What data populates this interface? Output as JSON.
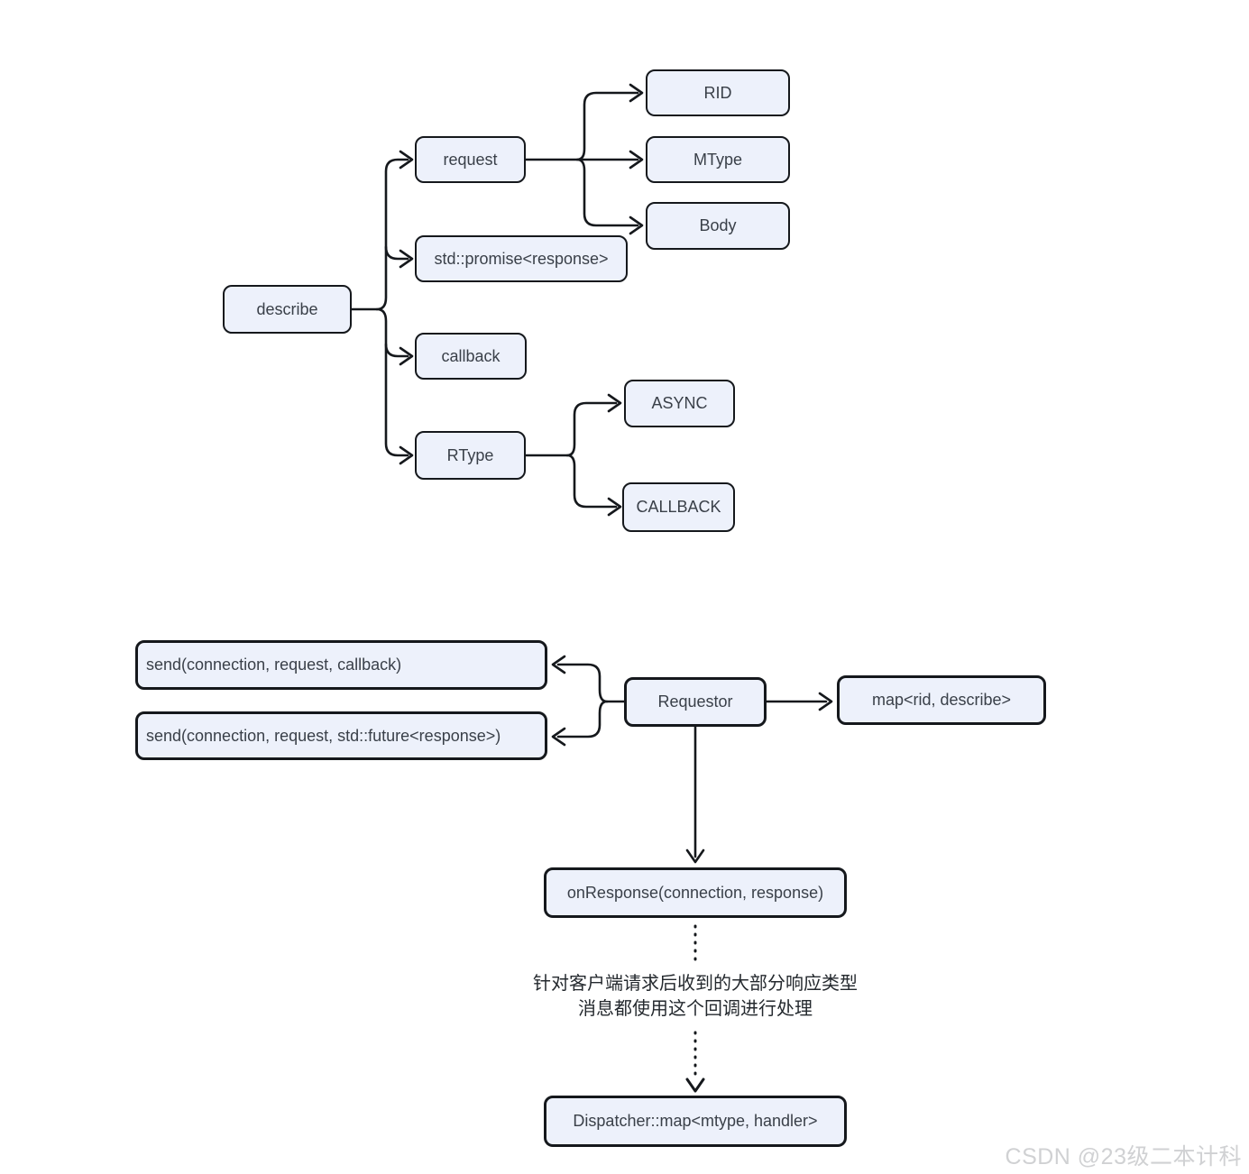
{
  "diagram": {
    "nodes": {
      "describe": "describe",
      "request": "request",
      "rid": "RID",
      "mtype": "MType",
      "body": "Body",
      "promise": "std::promise<response>",
      "callback": "callback",
      "rtype": "RType",
      "async": "ASYNC",
      "callback_enum": "CALLBACK",
      "send_callback": "send(connection, request, callback)",
      "send_future": "send(connection, request, std::future<response>)",
      "requestor": "Requestor",
      "map_rid": "map<rid, describe>",
      "on_response": "onResponse(connection, response)",
      "dispatcher": "Dispatcher::map<mtype, handler>"
    },
    "annotation": {
      "line1": "针对客户端请求后收到的大部分响应类型",
      "line2": "消息都使用这个回调进行处理"
    },
    "watermark": "CSDN @23级二本计科",
    "colors": {
      "background": "#ffffff",
      "node_fill": "#edf1fb",
      "node_border": "#15181c",
      "node_text": "#3a4049",
      "connector": "#15181c",
      "annotation_text": "#24292e",
      "watermark_text": "#d0d1d3"
    }
  }
}
